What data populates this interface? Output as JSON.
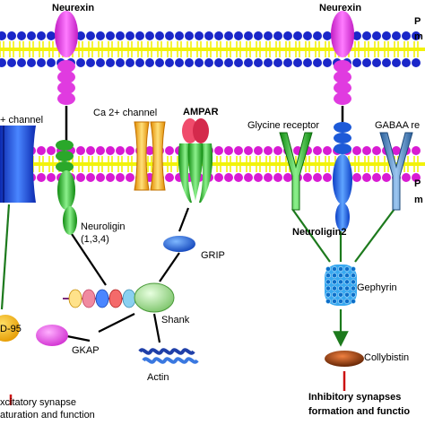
{
  "labels": {
    "neurexin_left": "Neurexin",
    "neurexin_right": "Neurexin",
    "top_right_membrane_1": "P",
    "top_right_membrane_2": "m",
    "left_channel": "+ channel",
    "ca_channel": "Ca 2+ channel",
    "ampar": "AMPAR",
    "glycine_receptor": "Glycine receptor",
    "gabaa_receptor": "GABAA re",
    "bottom_right_membrane_1": "P",
    "bottom_right_membrane_2": "m",
    "neuroligin_134_a": "Neuroligin",
    "neuroligin_134_b": "(1,3,4)",
    "neuroligin2": "Neuroligin2",
    "grip": "GRIP",
    "shank": "Shank",
    "gephyrin": "Gephyrin",
    "psd95": "D-95",
    "gkap": "GKAP",
    "actin": "Actin",
    "collybistin": "Collybistin",
    "excitatory_1": "xcitatory synapse",
    "excitatory_2": "aturation and function",
    "inhibitory_1": "Inhibitory synapses",
    "inhibitory_2": "formation and functio"
  },
  "colors": {
    "membrane_head_top": "#1b27c9",
    "membrane_tail": "#f2f20a",
    "membrane_head_bottom": "#d81bd3",
    "neurexin": "#ee3df0",
    "connector": "#1d7a1d",
    "link": "#000000",
    "arrow_red": "#cc1111"
  }
}
